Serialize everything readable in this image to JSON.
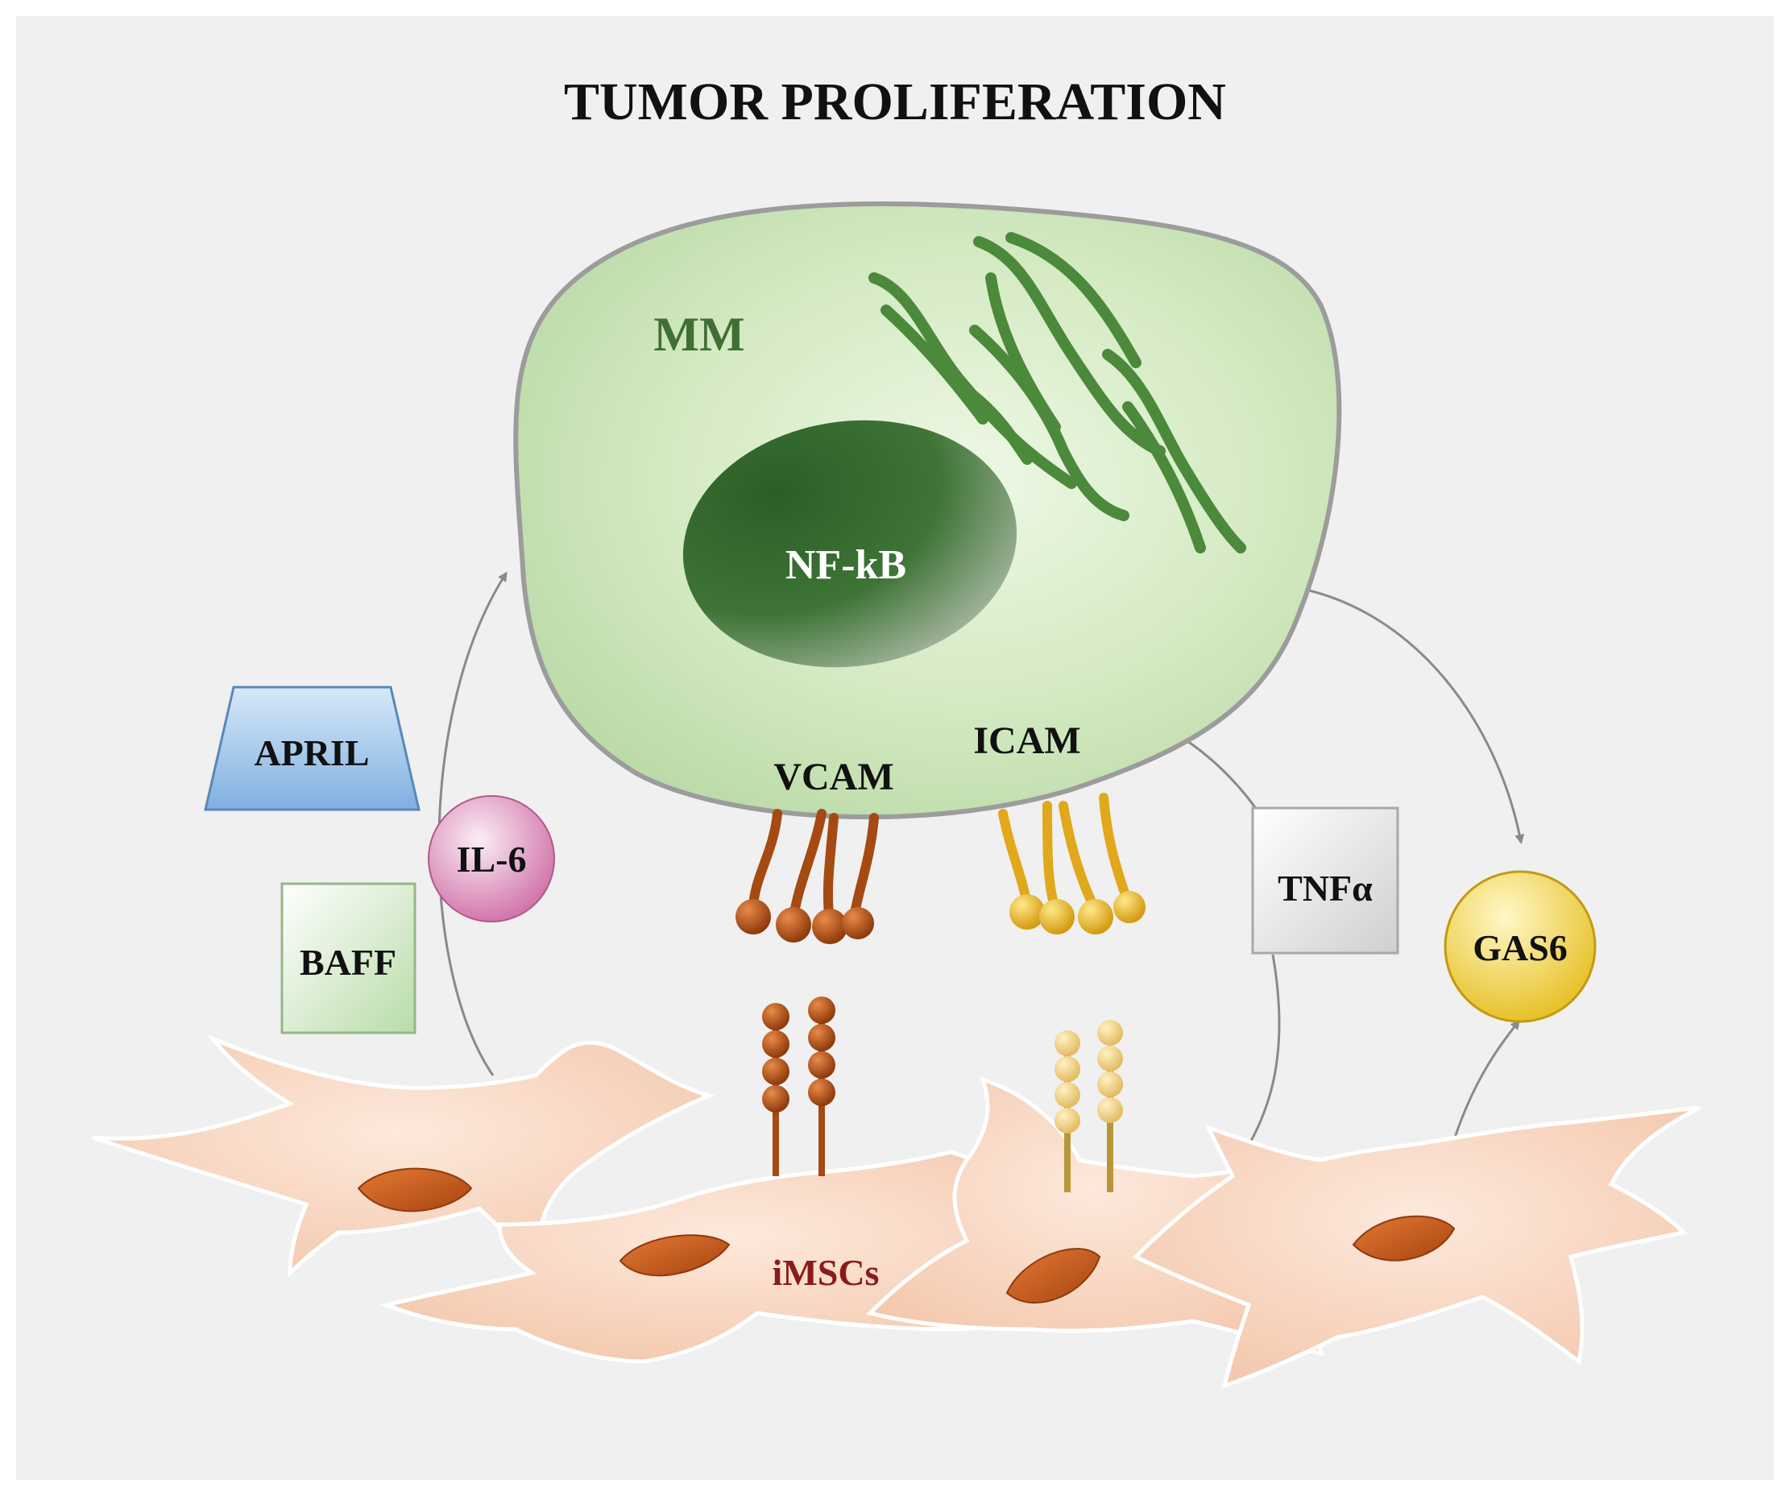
{
  "title": "TUMOR PROLIFERATION",
  "cell": {
    "label": "MM",
    "nucleus_label": "NF-kB"
  },
  "receptors": {
    "vcam_label": "VCAM",
    "icam_label": "ICAM"
  },
  "factors": {
    "april": "APRIL",
    "il6": "IL-6",
    "baff": "BAFF",
    "tnfa": "TNFα",
    "gas6": "GAS6"
  },
  "stroma": {
    "label": "iMSCs"
  },
  "colors": {
    "background": "#f0f0f0",
    "mm_cell_fill": "#d6ecc6",
    "nucleus": "#2f6a2b",
    "er_strands": "#4b8a3a",
    "mm_label": "#3f6f35",
    "vcam_receptor": "#a44a12",
    "icam_receptor": "#e0a81a",
    "stroma_cell": "#f8d8c4",
    "stroma_nucleus": "#c8581e",
    "stroma_label": "#8b1a1a",
    "april_box": "#9cc2e8",
    "il6_circle": "#d98ab9",
    "baff_box": "#c9e6bf",
    "tnfa_box": "#e3e3e3",
    "gas6_circle": "#f2d23d",
    "arrows": "#8a8a8a"
  }
}
